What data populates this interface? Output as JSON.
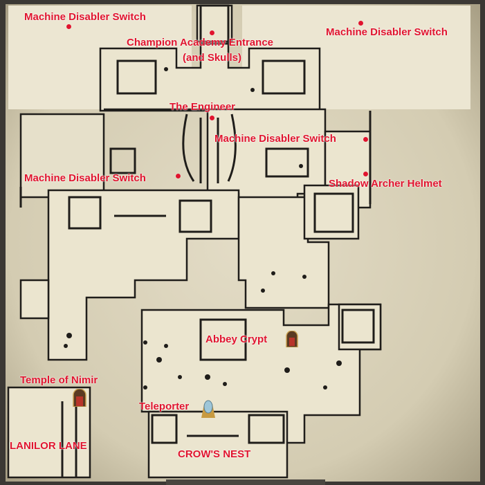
{
  "map": {
    "colors": {
      "parchment": "#ddd6c0",
      "floor": "#ebe5cf",
      "wall": "#1f1d1a",
      "frame": "#3b3834",
      "label": "#e0142e"
    },
    "labels": {
      "machine_switch_nw": "Machine Disabler Switch",
      "champion_academy": "Champion Academy Entrance",
      "champion_academy_sub": "(and Skulls)",
      "machine_switch_ne": "Machine Disabler Switch",
      "engineer": "The Engineer",
      "machine_switch_e": "Machine Disabler Switch",
      "machine_switch_w": "Machine Disabler Switch",
      "shadow_archer": "Shadow Archer Helmet",
      "abbey_crypt": "Abbey Crypt",
      "temple_nimir": "Temple of Nimir",
      "teleporter": "Teleporter",
      "lanilor_lane": "LANILOR LANE",
      "crows_nest": "CROW'S NEST"
    },
    "icons": {
      "abbey_crypt": "door-icon",
      "temple_nimir": "door-icon",
      "teleporter": "teleporter-icon"
    }
  }
}
